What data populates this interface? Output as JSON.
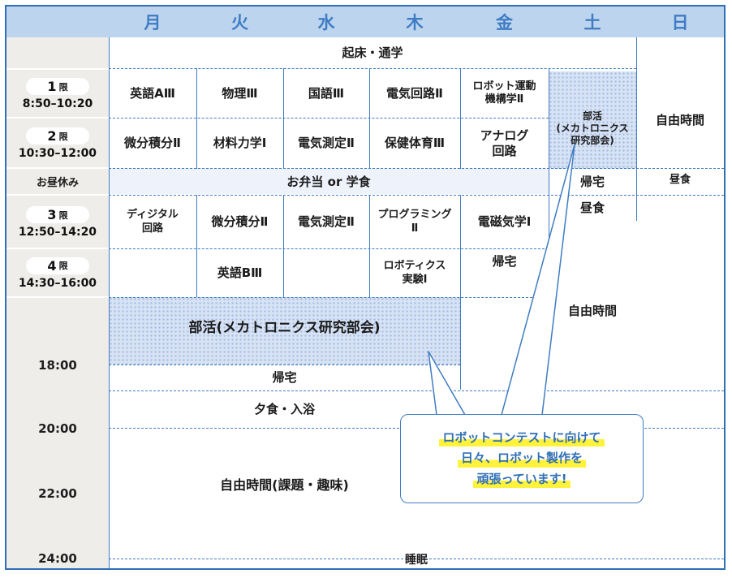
{
  "days": [
    "月",
    "火",
    "水",
    "木",
    "金",
    "土",
    "日"
  ],
  "time_labels": {
    "lunch": "お昼休み",
    "t18": "18:00",
    "t20": "20:00",
    "t22": "22:00",
    "t24": "24:00"
  },
  "periods": [
    {
      "num": "1",
      "unit": "限",
      "time": "8:50–10:20"
    },
    {
      "num": "2",
      "unit": "限",
      "time": "10:30–12:00"
    },
    {
      "num": "3",
      "unit": "限",
      "time": "12:50–14:20"
    },
    {
      "num": "4",
      "unit": "限",
      "time": "14:30–16:00"
    }
  ],
  "cells": {
    "wake": "起床・通学",
    "p1": [
      "英語AⅢ",
      "物理Ⅲ",
      "国語Ⅲ",
      "電気回路Ⅱ",
      "ロボット運動\n機構学Ⅱ"
    ],
    "p2": [
      "微分積分Ⅱ",
      "材料力学Ⅰ",
      "電気測定Ⅱ",
      "保健体育Ⅲ",
      "アナログ\n回路"
    ],
    "lunch": "お弁当 or 学食",
    "p3": [
      "ディジタル\n回路",
      "微分積分Ⅱ",
      "電気測定Ⅱ",
      "プログラミング\nⅡ",
      "電磁気学Ⅰ"
    ],
    "p4_tue": "英語BⅢ",
    "p4_thu": "ロボティクス\n実験Ⅰ",
    "fri_home": "帰宅",
    "sat_club": "部活\n(メカトロニクス\n研究部会)",
    "sat_home": "帰宅",
    "sat_lunch": "昼食",
    "sun_free": "自由時間",
    "sun_lunch": "昼食",
    "club": "部活(メカトロニクス研究部会)",
    "free_right": "自由時間",
    "home": "帰宅",
    "dinner": "夕食・入浴",
    "free_night": "自由時間(課題・趣味)",
    "sleep": "睡眠"
  },
  "bubble_lines": [
    "ロボットコンテストに向けて",
    "日々、ロボット製作を",
    "頑張っています!"
  ],
  "colors": {
    "accent": "#2f6fb5",
    "header_bg": "#bcd4ee",
    "club_bg": "#d7e3f5",
    "time_col_bg": "#efedea",
    "highlight": "#fff23b"
  }
}
